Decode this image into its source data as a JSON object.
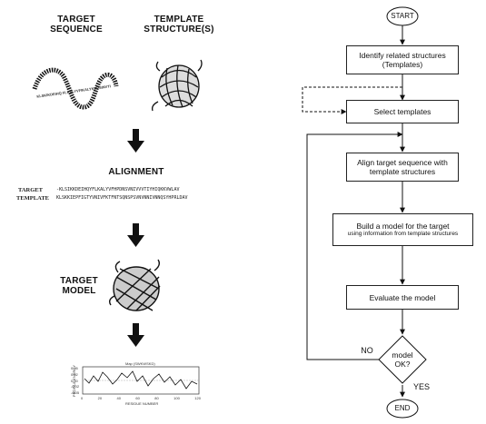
{
  "left_panel": {
    "target_sequence_label": "TARGET\nSEQUENCE",
    "template_structures_label": "TEMPLATE\nSTRUCTURE(S)",
    "wavy_sequence_text": "KLSKIKDEIHQ FLKALYVFIKALYKDPSINVTI",
    "alignment_label": "ALIGNMENT",
    "alignment": {
      "target_name": "TARGET",
      "template_name": "TEMPLATE",
      "target_seq": "-KLSIKKDEIHQYFLKALYVFHPDNSVNIVVVTIYHIQKKVWLAV",
      "template_seq": "KLSKKIEPFIGTYVNIVFKTFNTSQNSPSVNVNNIVNNQSYHPRLDAV"
    },
    "target_model_label": "TARGET\nMODEL",
    "plot": {
      "title": "Map (SWKWSKD)",
      "ylabel": "PROFILE ENERGY",
      "xlabel": "RESIDUE NUMBER",
      "x_ticks": [
        "0",
        "20",
        "40",
        "60",
        "80",
        "100",
        "120"
      ],
      "y_ticks": [
        "0.05",
        "0.02",
        "0.00",
        "-0.02",
        "-0.05"
      ]
    }
  },
  "flowchart": {
    "start_label": "START",
    "identify_label": "Identify related structures\n(Templates)",
    "select_label": "Select templates",
    "align_label": "Align target sequence with\ntemplate structures",
    "build_label": "Build a model for the target",
    "build_sublabel": "using information from template structures",
    "evaluate_label": "Evaluate the model",
    "decision_label": "model\nOK?",
    "no_label": "NO",
    "yes_label": "YES",
    "end_label": "END"
  }
}
